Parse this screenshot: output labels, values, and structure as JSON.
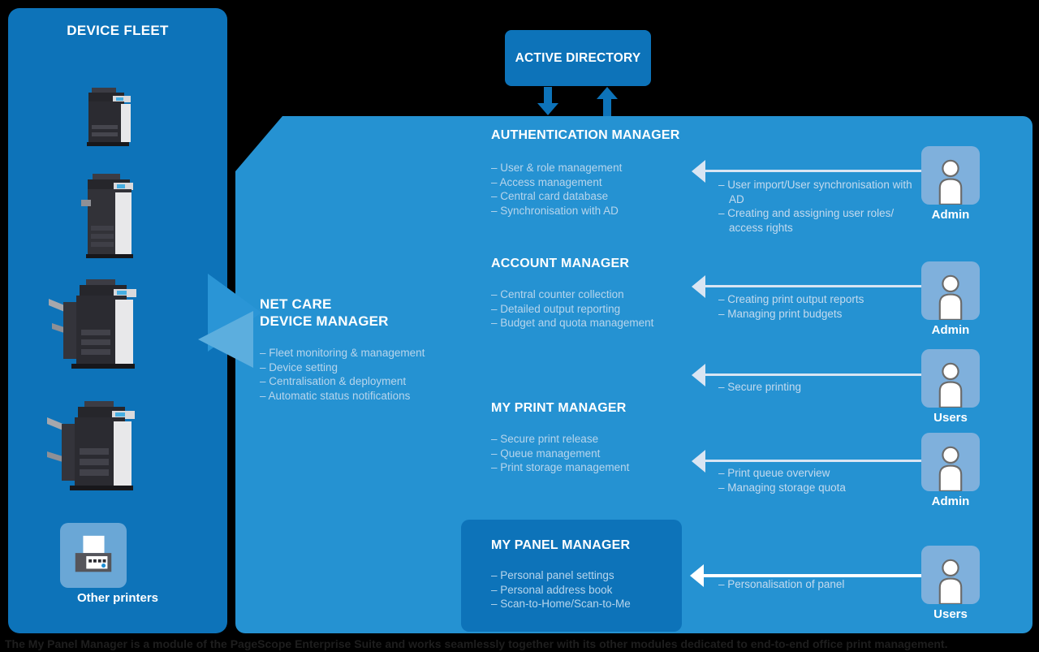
{
  "sidebar": {
    "title": "DEVICE FLEET",
    "other_printers_label": "Other printers",
    "printers": [
      "mfp-small",
      "mfp-medium",
      "mfp-large-finisher",
      "mfp-large-finisher-2",
      "other-printer-icon"
    ]
  },
  "active_directory": {
    "label": "ACTIVE DIRECTORY"
  },
  "net_care": {
    "title_line1": "NET CARE",
    "title_line2": "DEVICE MANAGER",
    "items": [
      "– Fleet monitoring & management",
      "– Device setting",
      "– Centralisation & deployment",
      "– Automatic status notifications"
    ]
  },
  "sections": [
    {
      "title": "AUTHENTICATION MANAGER",
      "items": [
        "– User & role management",
        "– Access management",
        "– Central card database",
        "– Synchronisation with AD"
      ]
    },
    {
      "title": "ACCOUNT MANAGER",
      "items": [
        "– Central counter collection",
        "– Detailed output reporting",
        "– Budget and quota management"
      ]
    },
    {
      "title": "MY PRINT MANAGER",
      "items": [
        "– Secure print release",
        "– Queue management",
        "– Print storage management"
      ]
    },
    {
      "title": "MY PANEL MANAGER",
      "items": [
        "– Personal panel settings",
        "– Personal address book",
        "– Scan-to-Home/Scan-to-Me"
      ]
    }
  ],
  "rows": [
    {
      "actor": "Admin",
      "notes": [
        "– User import/User synchronisation with AD",
        "– Creating and assigning user roles/ access rights"
      ]
    },
    {
      "actor": "Admin",
      "notes": [
        "– Creating print output reports",
        "– Managing print budgets"
      ]
    },
    {
      "actor": "Users",
      "notes": [
        "– Secure printing"
      ]
    },
    {
      "actor": "Admin",
      "notes": [
        "– Print queue overview",
        "– Managing storage quota"
      ]
    },
    {
      "actor": "Users",
      "notes": [
        "– Personalisation of panel"
      ]
    }
  ],
  "caption": "The My Panel Manager is a module of the PageScope Enterprise Suite and works seamlessly together with its other modules dedicated to end-to-end office print management.",
  "colors": {
    "background": "#000000",
    "sidebar_blue": "#0d73b9",
    "panel_blue": "#2592d2",
    "dark_box_blue": "#0d73b9",
    "actor_box_blue": "#7fb0dc",
    "list_text": "#b7d5ec",
    "header_text": "#ffffff",
    "arrow_light": "#d9e5f3",
    "arrow_white": "#ffffff",
    "caption_text": "#1e1e1e"
  }
}
